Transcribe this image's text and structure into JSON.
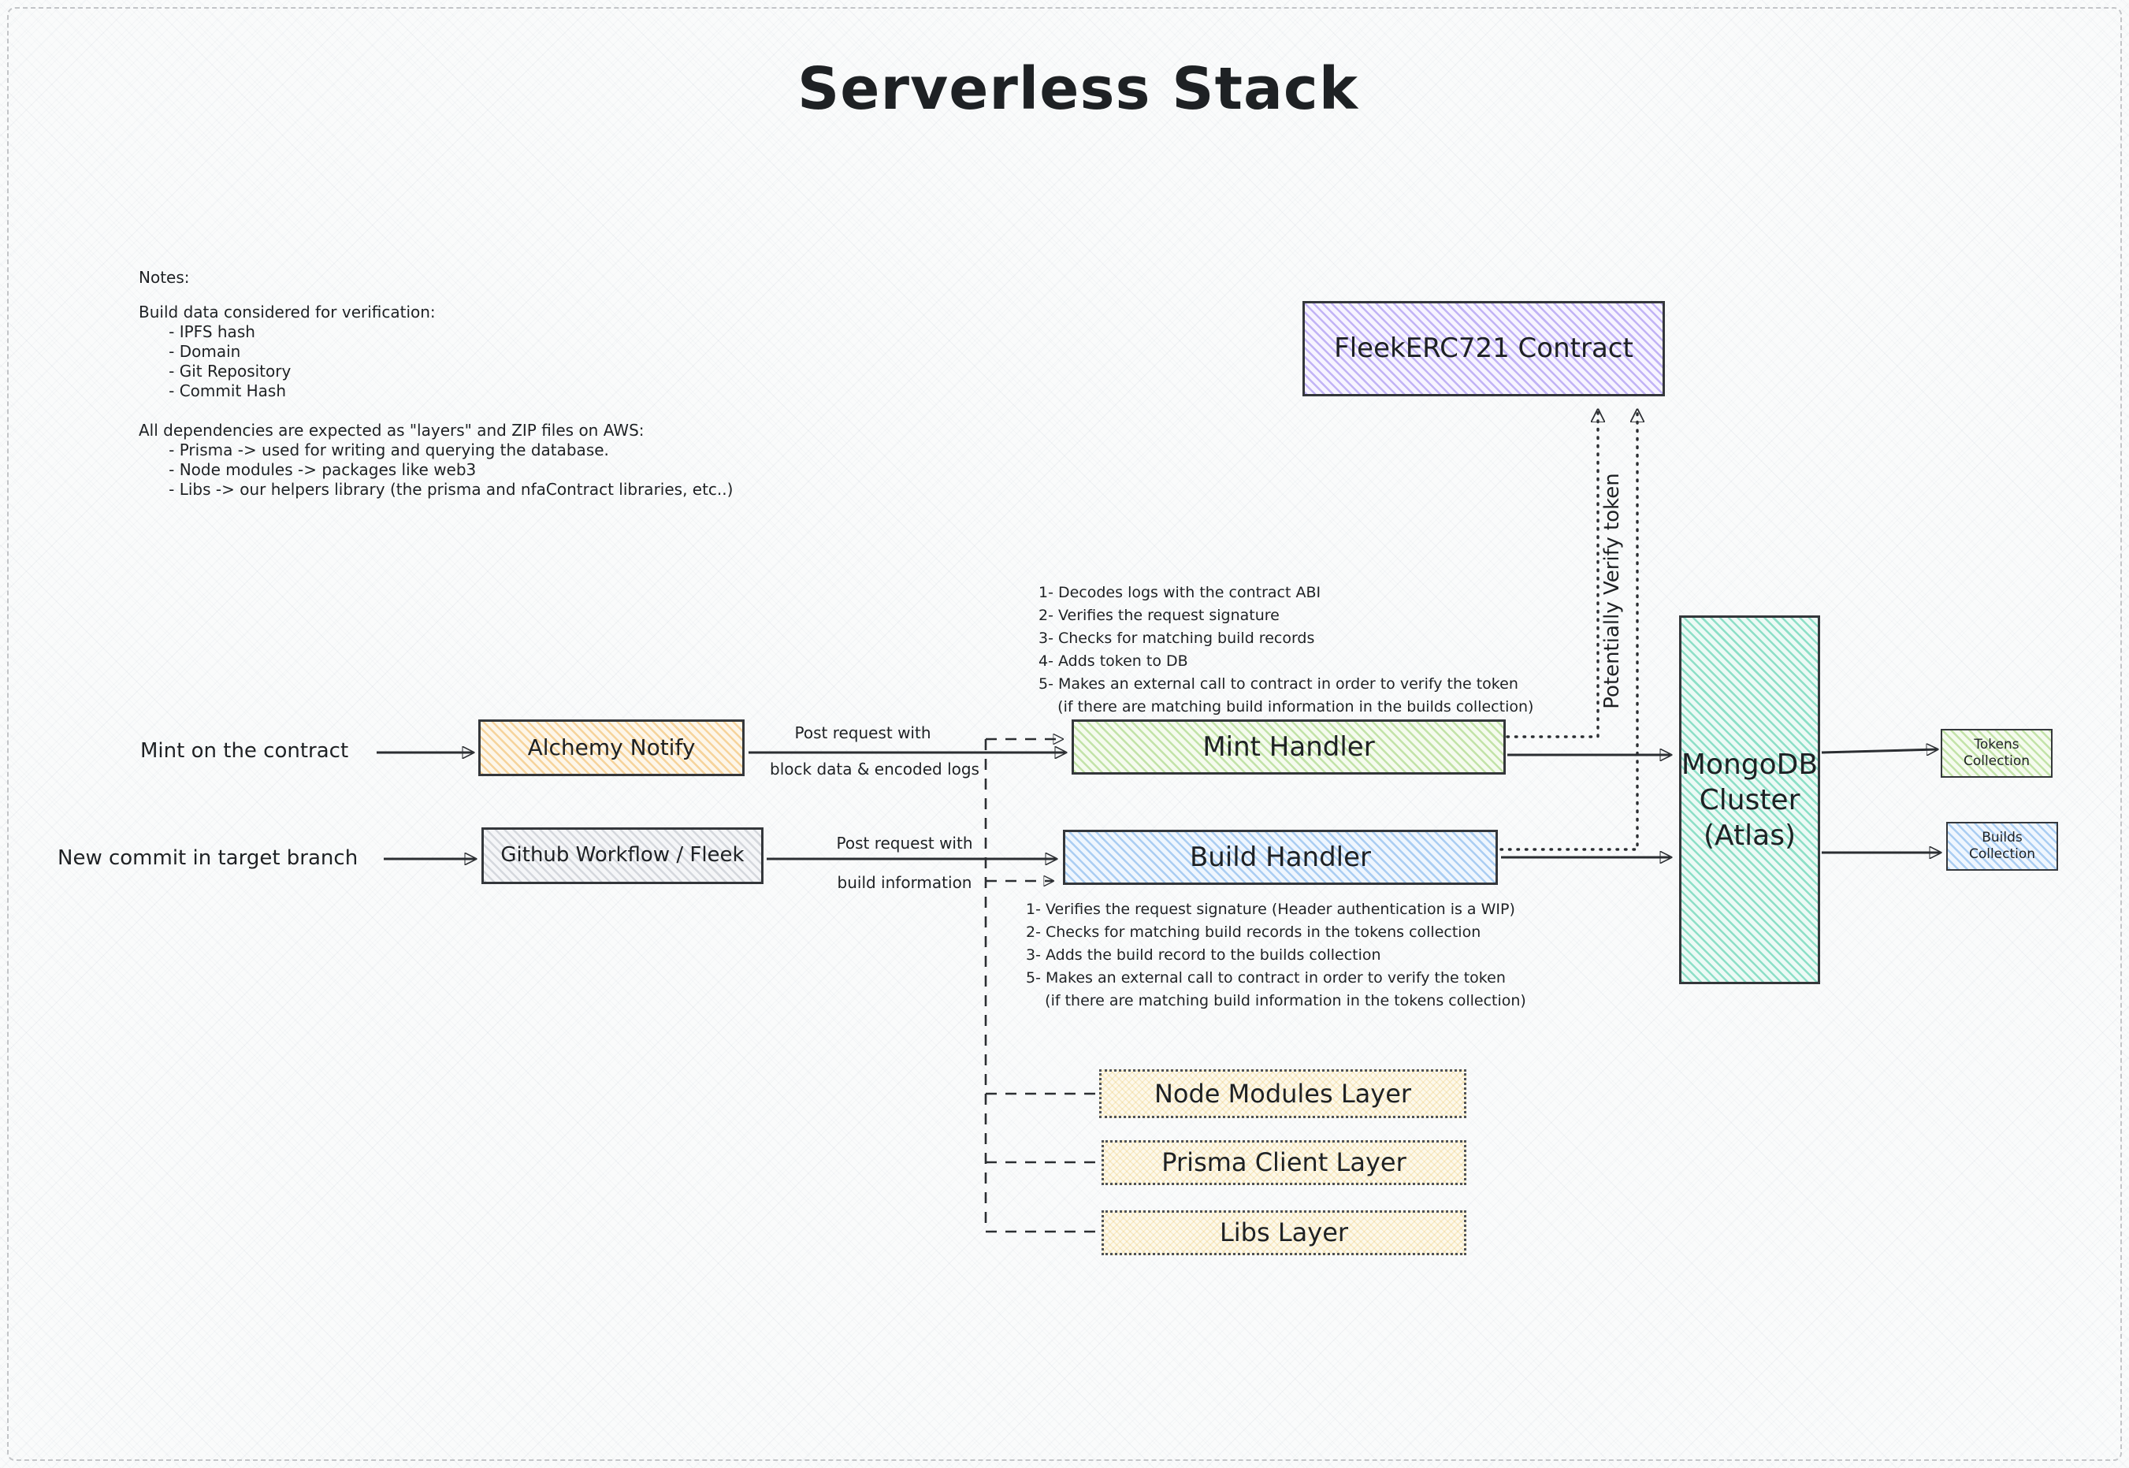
{
  "title": "Serverless Stack",
  "notes": {
    "heading": "Notes:",
    "lines": [
      "Build data considered for verification:",
      "      - IPFS hash",
      "      - Domain",
      "      - Git Repository",
      "      - Commit Hash",
      "",
      "All dependencies are expected as \"layers\" and ZIP files on AWS:",
      "      - Prisma -> used for writing and querying the database.",
      "      - Node modules -> packages like web3",
      "      - Libs -> our helpers library (the prisma and nfaContract libraries, etc..)"
    ]
  },
  "nodes": {
    "fleek_contract": {
      "label": "FleekERC721 Contract"
    },
    "alchemy": {
      "label": "Alchemy Notify"
    },
    "github": {
      "label": "Github Workflow / Fleek"
    },
    "mint_handler": {
      "label": "Mint Handler"
    },
    "build_handler": {
      "label": "Build Handler"
    },
    "mongo": {
      "lines": [
        "MongoDB",
        "Cluster",
        "(Atlas)"
      ]
    },
    "tokens_collection": {
      "lines": [
        "Tokens",
        "Collection"
      ]
    },
    "builds_collection": {
      "lines": [
        "Builds",
        "Collection"
      ]
    },
    "node_modules_layer": {
      "label": "Node Modules Layer"
    },
    "prisma_layer": {
      "label": "Prisma Client Layer"
    },
    "libs_layer": {
      "label": "Libs Layer"
    }
  },
  "labels": {
    "mint_on_contract": "Mint on the contract",
    "new_commit": "New commit in target branch",
    "post_block_line1": "Post request with",
    "post_block_line2": "block data & encoded logs",
    "post_build_line1": "Post request with",
    "post_build_line2": "build information",
    "potentially_verify": "Potentially Verify token"
  },
  "mint_steps": [
    "1- Decodes logs with the contract ABI",
    "2- Verifies the request signature",
    "3- Checks for matching build records",
    "4- Adds token to DB",
    "5- Makes an external call to contract in order to verify the token",
    "    (if there are matching build information in the builds collection)"
  ],
  "build_steps": [
    "1- Verifies the request signature (Header authentication is a WIP)",
    "2- Checks for matching build records in the tokens collection",
    "3- Adds the build record to the builds collection",
    "5- Makes an external call to contract in order to verify the token",
    "    (if there are matching build information in the tokens collection)"
  ],
  "colors": {
    "contract_purple": "#8b73eb",
    "handler_green": "#85c553",
    "handler_blue": "#569be3",
    "alchemy_orange": "#eeb04d",
    "github_gray": "#8a929e",
    "mongo_teal": "#2fc499",
    "layer_yellow": "#e9c870",
    "stroke_dark": "#2b2e32"
  }
}
